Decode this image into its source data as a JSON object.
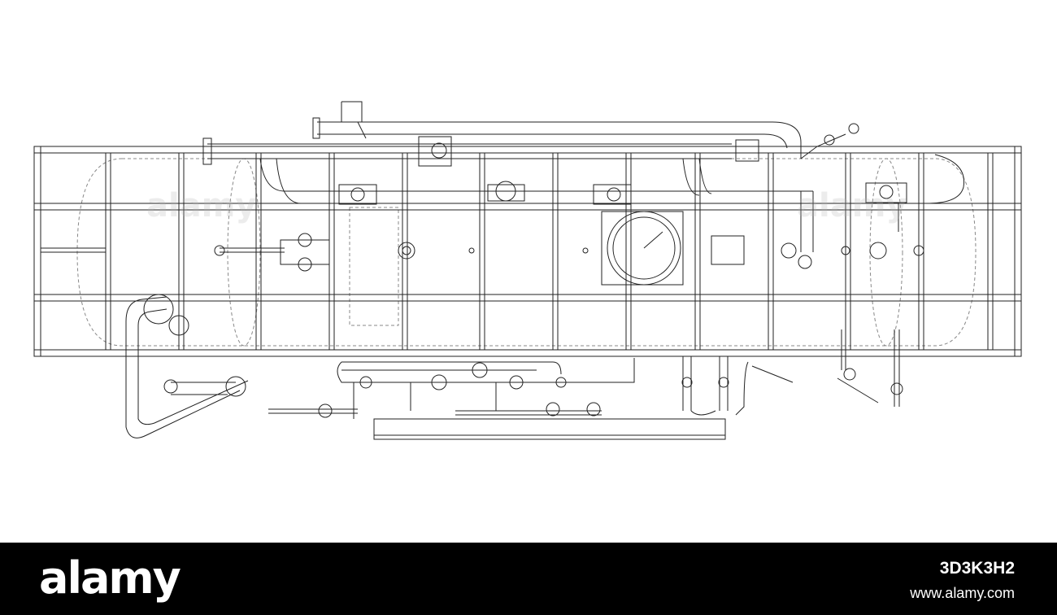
{
  "drawing": {
    "stroke_color": "#222222",
    "background": "#ffffff"
  },
  "watermark": {
    "text": "alamy"
  },
  "footer": {
    "logo": "alamy",
    "image_id": "3D3K3H2",
    "url": "www.alamy.com",
    "background": "#000000",
    "text_color": "#ffffff"
  }
}
